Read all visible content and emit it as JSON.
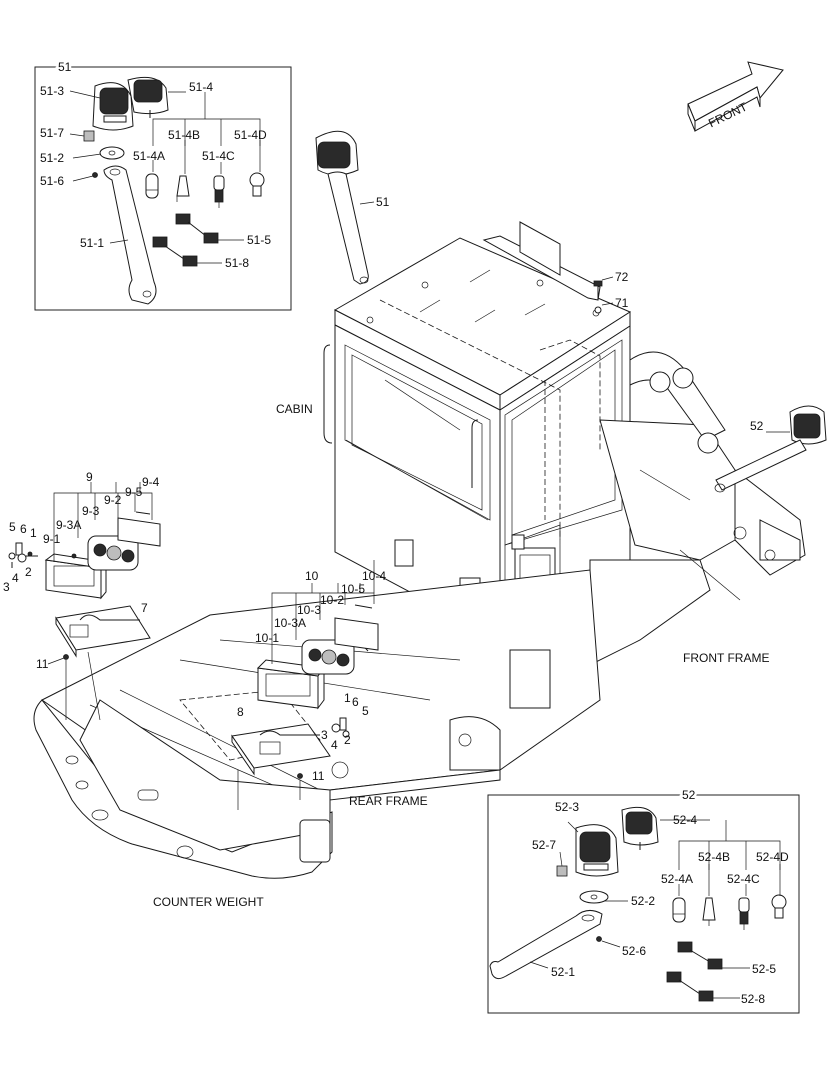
{
  "front_label": "FRONT",
  "section_labels": {
    "cabin": "CABIN",
    "front_frame": "FRONT FRAME",
    "rear_frame": "REAR FRAME",
    "counter_weight": "COUNTER WEIGHT"
  },
  "inset_51": {
    "title": "51",
    "parts": [
      "51-1",
      "51-2",
      "51-3",
      "51-4",
      "51-4A",
      "51-4B",
      "51-4C",
      "51-4D",
      "51-5",
      "51-6",
      "51-7",
      "51-8"
    ]
  },
  "inset_52": {
    "title": "52",
    "parts": [
      "52-1",
      "52-2",
      "52-3",
      "52-4",
      "52-4A",
      "52-4B",
      "52-4C",
      "52-4D",
      "52-5",
      "52-6",
      "52-7",
      "52-8"
    ]
  },
  "main_callouts": [
    "51",
    "52",
    "71",
    "72",
    "7",
    "8",
    "9",
    "9-1",
    "9-2",
    "9-3",
    "9-3A",
    "9-4",
    "9-5",
    "10",
    "10-1",
    "10-2",
    "10-3",
    "10-3A",
    "10-4",
    "10-5",
    "11",
    "11",
    "1",
    "2",
    "3",
    "4",
    "5",
    "6",
    "1",
    "2",
    "3",
    "4",
    "5",
    "6"
  ]
}
